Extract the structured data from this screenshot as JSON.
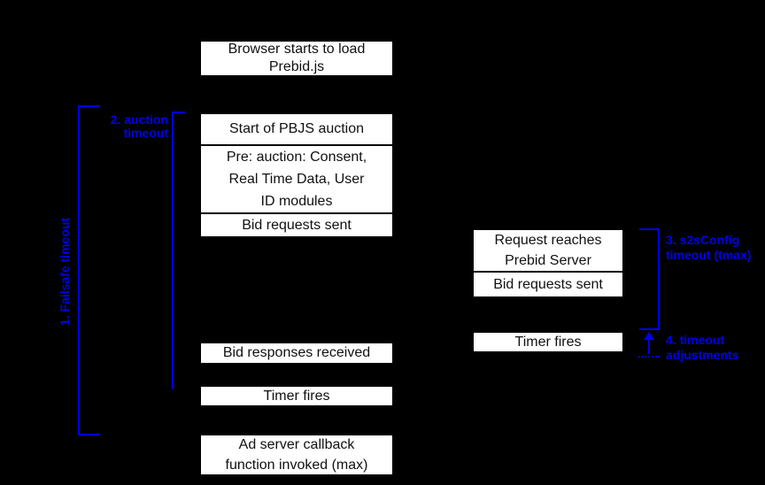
{
  "colors": {
    "background": "#000000",
    "box_fill": "#ffffff",
    "box_border": "#000000",
    "box_text": "#111111",
    "accent_blue": "#0000ee"
  },
  "boxes": {
    "browser_load": {
      "lines": [
        "Browser starts to load",
        "Prebid.js"
      ]
    },
    "start_auction": {
      "label": "Start of PBJS auction"
    },
    "pre_auction": {
      "lines": [
        "Pre: auction: Consent,",
        "Real Time Data, User",
        "ID modules"
      ]
    },
    "bid_requests_sent": {
      "label": "Bid requests sent"
    },
    "bid_responses_received": {
      "label": "Bid responses received"
    },
    "timer_fires_client": {
      "label": "Timer fires"
    },
    "ad_server_callback": {
      "lines": [
        "Ad server callback",
        "function invoked (max)"
      ]
    },
    "request_reaches_server": {
      "lines": [
        "Request reaches",
        "Prebid Server"
      ]
    },
    "bid_requests_sent_s2s": {
      "label": "Bid requests sent"
    },
    "timer_fires_s2s": {
      "label": "Timer fires"
    }
  },
  "labels": {
    "failsafe_timeout": {
      "text": "1. Failsafe timeout"
    },
    "auction_timeout": {
      "lines": [
        "2. auction",
        "timeout"
      ]
    },
    "s2s_timeout": {
      "lines": [
        "3. s2sConfig",
        "timeout (tmax)"
      ]
    },
    "timeout_adjustments": {
      "lines": [
        "4. timeout",
        "adjustments"
      ]
    }
  }
}
